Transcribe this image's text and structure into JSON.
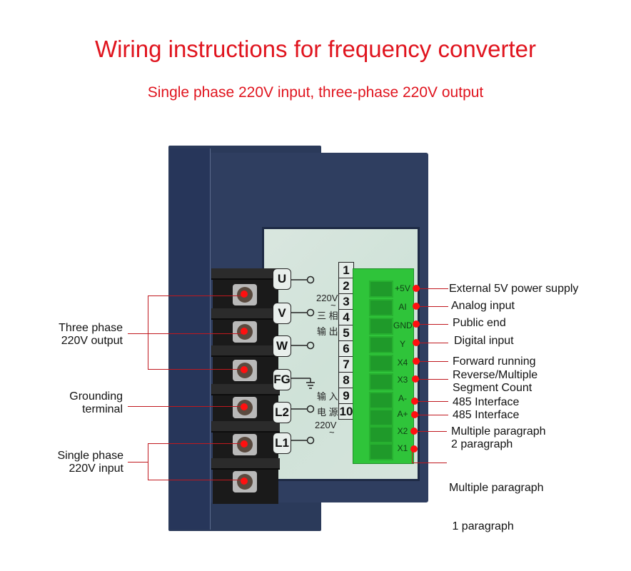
{
  "title": "Wiring instructions for frequency converter",
  "subtitle": "Single phase 220V input, three-phase 220V output",
  "colors": {
    "title": "#e0141e",
    "callout_line": "#c0181e",
    "dot": "#ff1010",
    "housing": "#2f3e60",
    "connector": "#2fc43a"
  },
  "power_terminals": [
    "U",
    "V",
    "W",
    "FG",
    "L2",
    "L1"
  ],
  "terminal_numbers": [
    "1",
    "2",
    "3",
    "4",
    "5",
    "6",
    "7",
    "8",
    "9",
    "10"
  ],
  "panel_text": {
    "output_voltage": "220V",
    "output_tilde": "~",
    "output_cn_1": "三 相",
    "output_cn_2": "输 出",
    "input_cn_1": "输 入",
    "input_cn_2": "电 源",
    "input_voltage": "220V",
    "input_tilde": "~"
  },
  "control_terminals": [
    "+5V",
    "AI",
    "GND",
    "Y",
    "X4",
    "X3",
    "A-",
    "A+",
    "X2",
    "X1"
  ],
  "left_callouts": [
    {
      "line1": "Three phase",
      "line2": "220V output"
    },
    {
      "line1": "Grounding",
      "line2": "terminal"
    },
    {
      "line1": "Single phase",
      "line2": "220V input"
    }
  ],
  "right_callouts": [
    {
      "line1": "External 5V power supply",
      "line2": ""
    },
    {
      "line1": "Analog input",
      "line2": ""
    },
    {
      "line1": "Public end",
      "line2": ""
    },
    {
      "line1": "Digital input",
      "line2": ""
    },
    {
      "line1": "Forward running",
      "line2": ""
    },
    {
      "line1": "Reverse/Multiple",
      "line2": "Segment Count"
    },
    {
      "line1": "485 Interface",
      "line2": ""
    },
    {
      "line1": "485 Interface",
      "line2": ""
    },
    {
      "line1": "Multiple paragraph",
      "line2": "2 paragraph"
    },
    {
      "line1": "Multiple paragraph",
      "line2": " 1 paragraph"
    }
  ]
}
